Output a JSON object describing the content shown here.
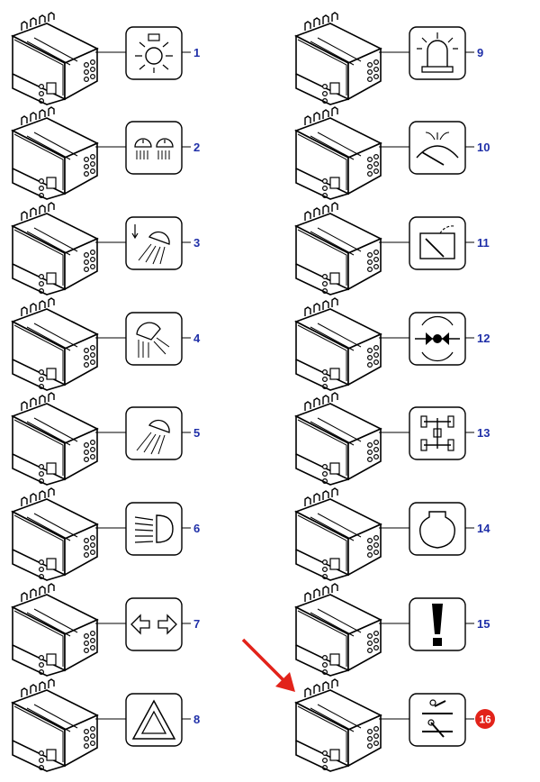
{
  "diagram": {
    "accent_color": "#1f2fa8",
    "highlight_color": "#e2231a",
    "arrow_color": "#e2231a",
    "highlighted_item": "16",
    "items": [
      {
        "id": "1",
        "label": "1",
        "icon": "work-light-sun-icon"
      },
      {
        "id": "2",
        "label": "2",
        "icon": "fog-lights-icon"
      },
      {
        "id": "3",
        "label": "3",
        "icon": "lower-work-light-icon"
      },
      {
        "id": "4",
        "label": "4",
        "icon": "work-lamp-down-icon"
      },
      {
        "id": "5",
        "label": "5",
        "icon": "work-lamp-angled-icon"
      },
      {
        "id": "6",
        "label": "6",
        "icon": "headlight-beam-icon"
      },
      {
        "id": "7",
        "label": "7",
        "icon": "turn-indicators-icon"
      },
      {
        "id": "8",
        "label": "8",
        "icon": "hazard-warning-icon"
      },
      {
        "id": "9",
        "label": "9",
        "icon": "beacon-icon"
      },
      {
        "id": "10",
        "label": "10",
        "icon": "wiper-washer-icon"
      },
      {
        "id": "11",
        "label": "11",
        "icon": "rear-wiper-icon"
      },
      {
        "id": "12",
        "label": "12",
        "icon": "differential-lock-icon"
      },
      {
        "id": "13",
        "label": "13",
        "icon": "four-wheel-drive-icon"
      },
      {
        "id": "14",
        "label": "14",
        "icon": "engine-icon"
      },
      {
        "id": "15",
        "label": "15",
        "icon": "warning-exclamation-icon"
      },
      {
        "id": "16",
        "label": "16",
        "icon": "linkage-position-icon"
      }
    ]
  }
}
